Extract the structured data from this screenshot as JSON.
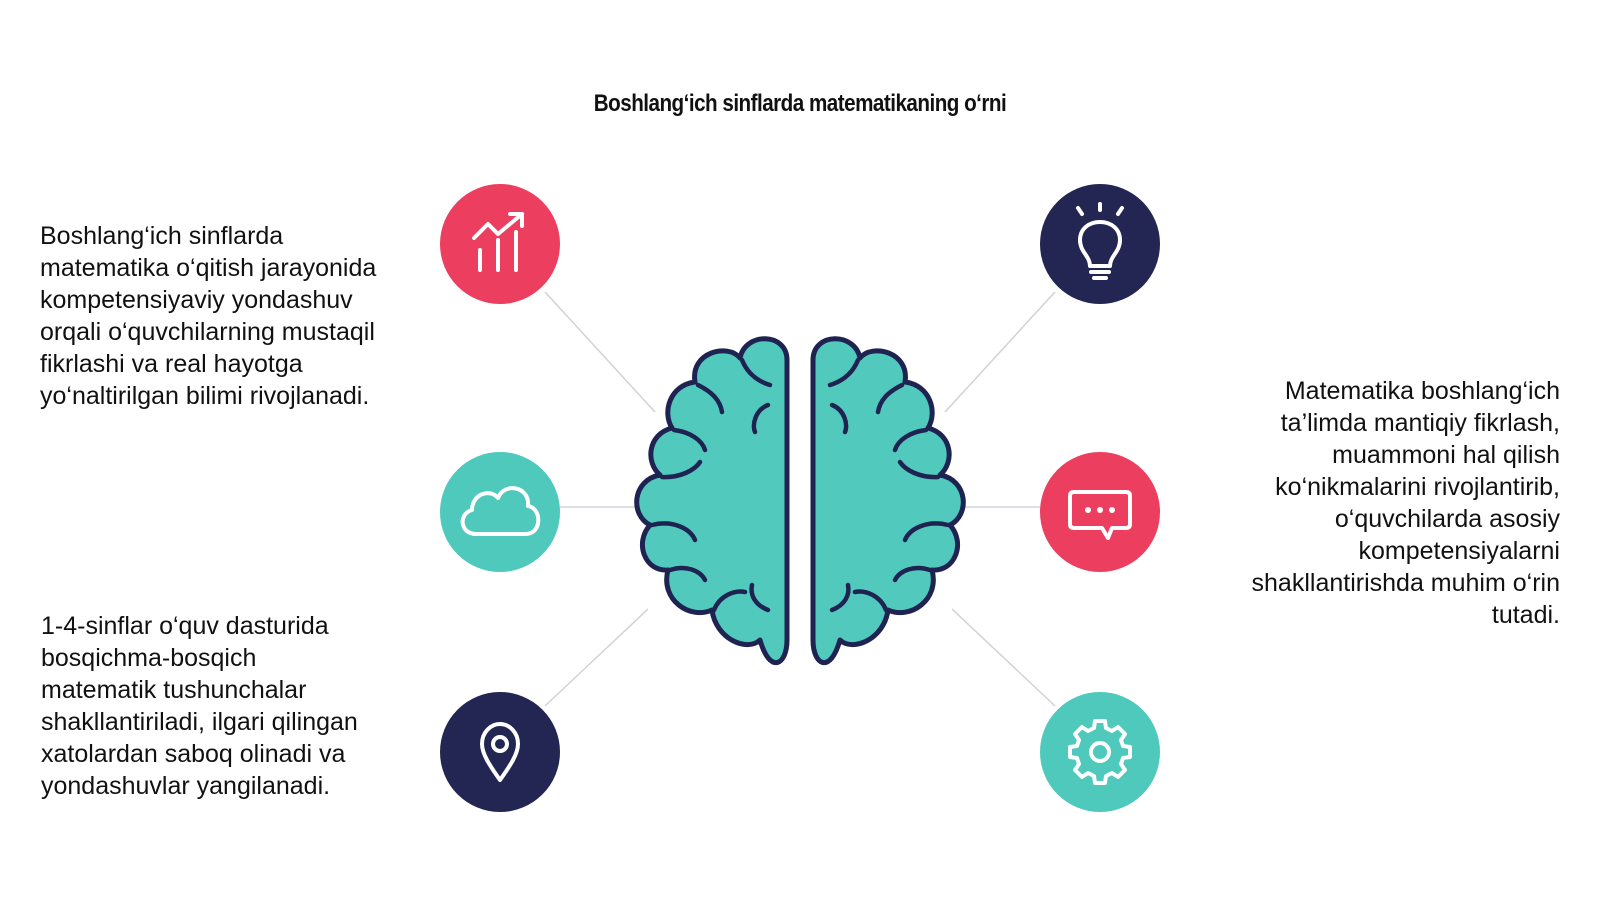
{
  "title": "Boshlang‘ich sinflarda matematikaning o‘rni",
  "texts": {
    "top_left": "Boshlang‘ich sinflarda\nmatematika o‘qitish jarayonida\nkompetensiyaviy yondashuv\norqali o‘quvchilarning mustaqil\nfikrlashi va real hayotga\nyo‘naltirilgan bilimi rivojlanadi.",
    "bottom_left": "1-4-sinflar o‘quv dasturida\nbosqichma-bosqich\nmatematik tushunchalar\nshakllantiriladi, ilgari qilingan\nxatolardan saboq olinadi va\nyondashuvlar yangilanadi.",
    "right": "Matematika boshlang‘ich\nta’limda mantiqiy fikrlash,\nmuammoni hal qilish\nko‘nikmalarini rivojlantirib,\no‘quvchilarda asosiy\nkompetensiyalarni\nshakllantirishda muhim o‘rin\ntutadi."
  },
  "icons": [
    {
      "name": "growth-chart-icon",
      "color": "#ec3f5f"
    },
    {
      "name": "cloud-icon",
      "color": "#4ec9bc"
    },
    {
      "name": "location-pin-icon",
      "color": "#232653"
    },
    {
      "name": "lightbulb-icon",
      "color": "#232653"
    },
    {
      "name": "chat-bubble-icon",
      "color": "#ec3f5f"
    },
    {
      "name": "gear-icon",
      "color": "#4ec9bc"
    }
  ],
  "colors": {
    "brain_fill": "#52c9bd",
    "brain_outline": "#1e2352",
    "connector": "#cfd3d8",
    "text": "#111111"
  }
}
